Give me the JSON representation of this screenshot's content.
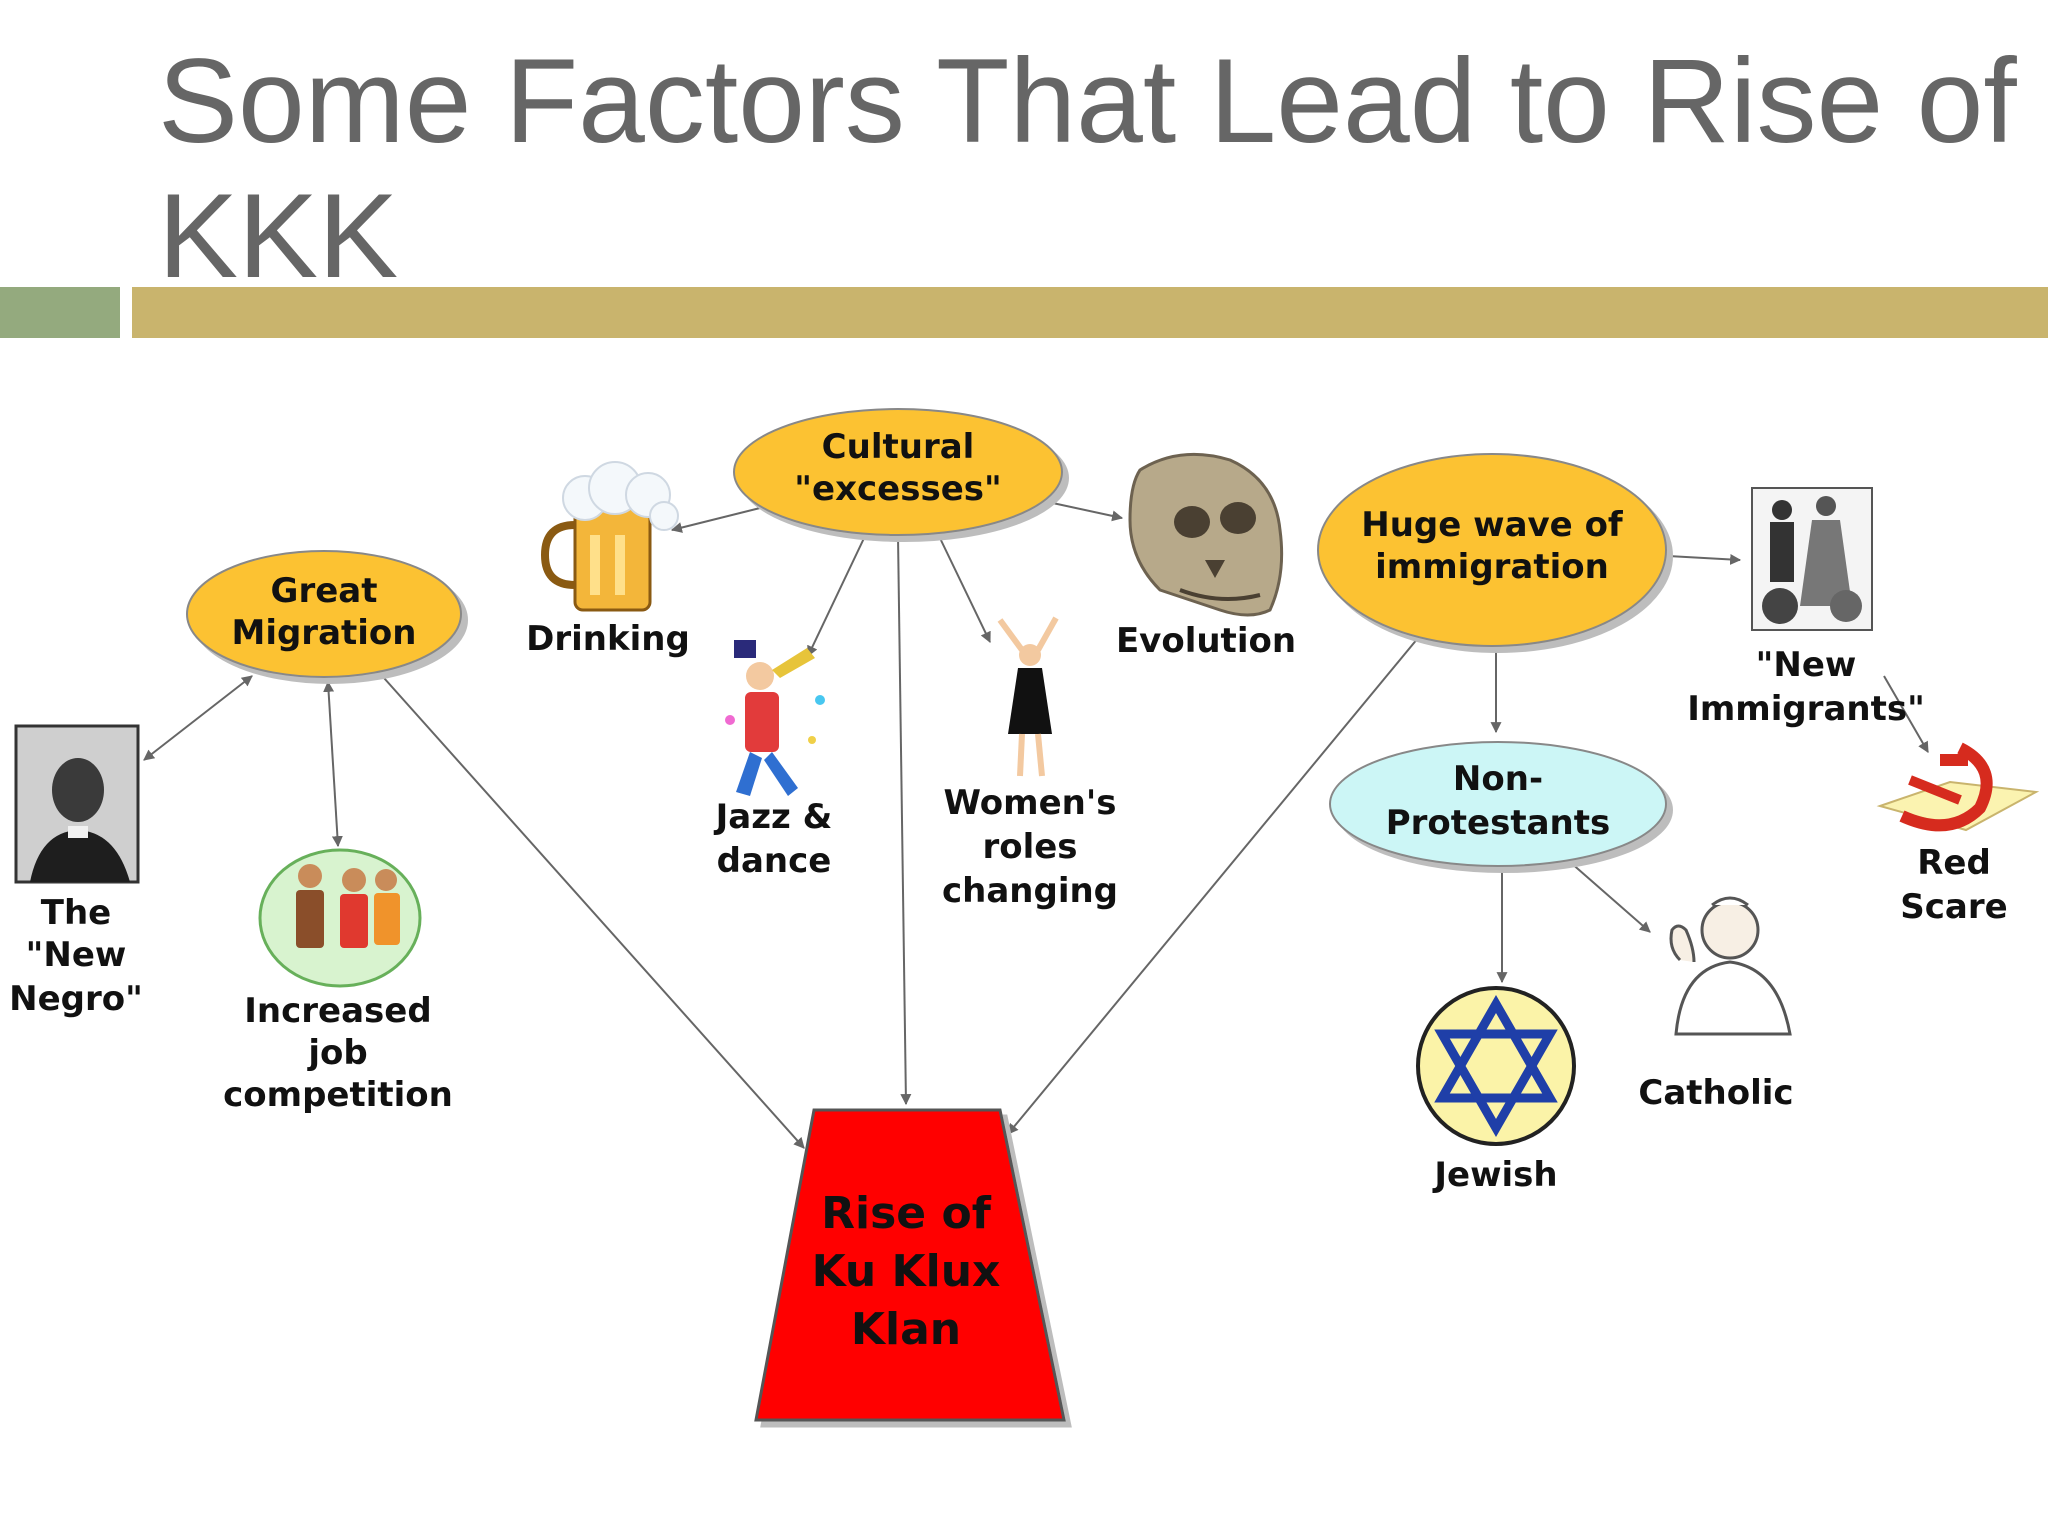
{
  "slide": {
    "title_line1": "Some Factors That Lead to Rise of",
    "title_line2": "KKK"
  },
  "colors": {
    "title_text": "#666666",
    "bar_green": "#94aa7e",
    "bar_gold": "#c9b46d",
    "node_gold": "#fcc231",
    "node_cyan": "#ccf6f6",
    "node_red": "#ff0000",
    "arrow": "#666666"
  },
  "nodes": {
    "cultural": {
      "line1": "Cultural",
      "line2": "\"excesses\""
    },
    "great_migration": {
      "line1": "Great",
      "line2": "Migration"
    },
    "immigration": {
      "line1": "Huge wave of",
      "line2": "immigration"
    },
    "non_protestants": {
      "line1": "Non-",
      "line2": "Protestants"
    },
    "klan": {
      "line1": "Rise of",
      "line2": "Ku Klux",
      "line3": "Klan"
    }
  },
  "labels": {
    "drinking": "Drinking",
    "evolution": "Evolution",
    "jazz_line1": "Jazz &",
    "jazz_line2": "dance",
    "women_line1": "Women's",
    "women_line2": "roles",
    "women_line3": "changing",
    "new_negro_line1": "The",
    "new_negro_line2": "\"New",
    "new_negro_line3": "Negro\"",
    "job_line1": "Increased",
    "job_line2": "job",
    "job_line3": "competition",
    "new_immigrants_line1": "\"New",
    "new_immigrants_line2": "Immigrants\"",
    "red_scare_line1": "Red",
    "red_scare_line2": "Scare",
    "jewish": "Jewish",
    "catholic": "Catholic"
  },
  "icons": [
    "beer-mug-icon",
    "skull-icon",
    "jazz-trumpeter-icon",
    "flapper-dancer-icon",
    "portrait-photo-icon",
    "workers-icon",
    "immigrant-family-icon",
    "hammer-sickle-icon",
    "star-of-david-icon",
    "catholic-priest-icon"
  ]
}
